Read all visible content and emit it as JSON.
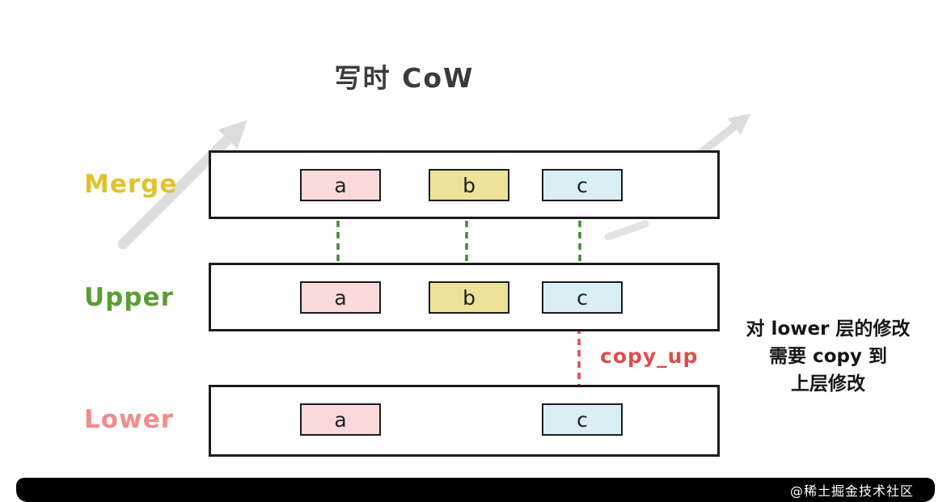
{
  "title": "写时 CoW",
  "layers": [
    {
      "name": "Merge",
      "label_color": "#e2c22c",
      "items": [
        {
          "label": "a",
          "color": "#f9d9d9"
        },
        {
          "label": "b",
          "color": "#ece29a"
        },
        {
          "label": "c",
          "color": "#d9eef5"
        }
      ]
    },
    {
      "name": "Upper",
      "label_color": "#5a9e32",
      "items": [
        {
          "label": "a",
          "color": "#f9d9d9"
        },
        {
          "label": "b",
          "color": "#ece29a"
        },
        {
          "label": "c",
          "color": "#d9eef5"
        }
      ]
    },
    {
      "name": "Lower",
      "label_color": "#f28c8c",
      "items": [
        {
          "label": "a",
          "color": "#f9d9d9"
        },
        {
          "label": "c",
          "color": "#d9eef5"
        }
      ]
    }
  ],
  "arrows": {
    "copy_up_label": "copy_up",
    "green": "#3a8e2f",
    "red": "#e14b4b",
    "gray": "#dcdcdc"
  },
  "annotation": {
    "lines": [
      "对 lower 层的修改",
      "需要 copy 到",
      "上层修改"
    ]
  },
  "watermark": "@稀土掘金技术社区",
  "colors": {
    "box_pink": "#f9d9d9",
    "box_yellow": "#ece29a",
    "box_cyan": "#d9eef5",
    "layer_border": "#1c1c1c",
    "background": "#ffffff",
    "watermark_bar": "#000000"
  }
}
